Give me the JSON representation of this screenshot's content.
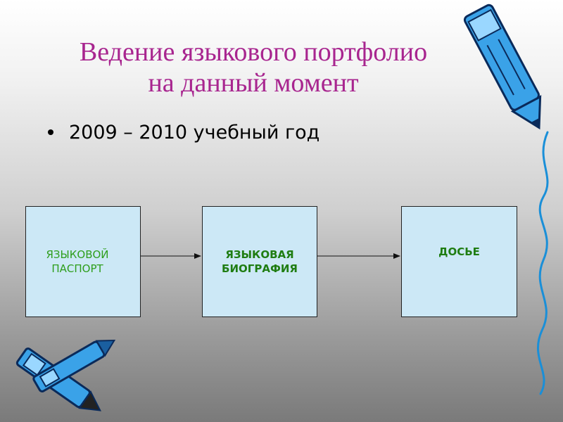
{
  "slide": {
    "title": "Ведение языкового портфолио\nна данный момент",
    "bullet": "2009 – 2010 учебный год"
  },
  "diagram": {
    "nodes": [
      {
        "id": "passport",
        "label": "ЯЗЫКОВОЙ\nПАСПОРТ"
      },
      {
        "id": "biography",
        "label": "ЯЗЫКОВАЯ\nБИОГРАФИЯ"
      },
      {
        "id": "dossier",
        "label": "ДОСЬЕ"
      }
    ],
    "edges": [
      {
        "from": "passport",
        "to": "biography"
      },
      {
        "from": "biography",
        "to": "dossier"
      }
    ]
  },
  "decorations": {
    "icons": [
      "pen-icon",
      "crayon-icon",
      "crayon-icon"
    ],
    "colors": {
      "title": "#a8258f",
      "box_fill": "#cce8f6",
      "box_text": "#2e9e1c",
      "crayon": "#3aa2e8"
    }
  }
}
